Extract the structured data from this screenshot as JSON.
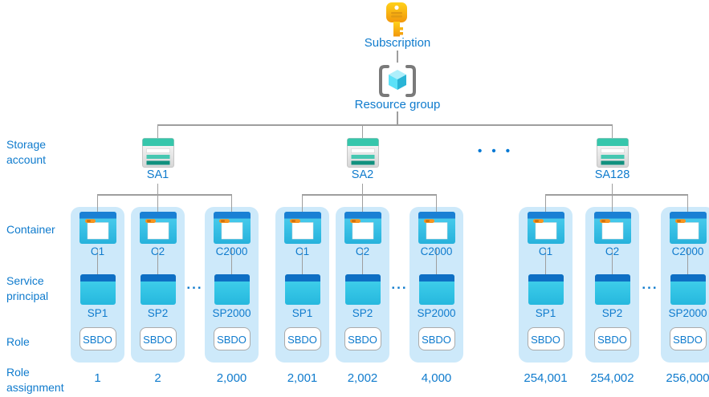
{
  "colors": {
    "label_blue": "#0f7bcd",
    "ellipsis_blue": "#0078d4",
    "connector_gray": "#9e9e9e",
    "panel_light_blue": "#cde9fa",
    "storage_teal": "#36c6ab",
    "container_blue": "#1a80d4",
    "service_principal_cyan": "#2cbade",
    "key_gold": "#f5a50b"
  },
  "hierarchy": {
    "subscription_label": "Subscription",
    "resource_group_label": "Resource group"
  },
  "row_labels": {
    "storage_account": "Storage account",
    "container": "Container",
    "service_principal": "Service principal",
    "role": "Role",
    "role_assignment": "Role assignment"
  },
  "storage_accounts_ellipsis": "• • •",
  "groups": [
    {
      "storage_account": "SA1",
      "ellipsis": "...",
      "columns": [
        {
          "container": "C1",
          "service_principal": "SP1",
          "role": "SBDO",
          "role_assignment": "1"
        },
        {
          "container": "C2",
          "service_principal": "SP2",
          "role": "SBDO",
          "role_assignment": "2"
        },
        {
          "container": "C2000",
          "service_principal": "SP2000",
          "role": "SBDO",
          "role_assignment": "2,000"
        }
      ]
    },
    {
      "storage_account": "SA2",
      "ellipsis": "...",
      "columns": [
        {
          "container": "C1",
          "service_principal": "SP1",
          "role": "SBDO",
          "role_assignment": "2,001"
        },
        {
          "container": "C2",
          "service_principal": "SP2",
          "role": "SBDO",
          "role_assignment": "2,002"
        },
        {
          "container": "C2000",
          "service_principal": "SP2000",
          "role": "SBDO",
          "role_assignment": "4,000"
        }
      ]
    },
    {
      "storage_account": "SA128",
      "ellipsis": "...",
      "columns": [
        {
          "container": "C1",
          "service_principal": "SP1",
          "role": "SBDO",
          "role_assignment": "254,001"
        },
        {
          "container": "C2",
          "service_principal": "SP2",
          "role": "SBDO",
          "role_assignment": "254,002"
        },
        {
          "container": "C2000",
          "service_principal": "SP2000",
          "role": "SBDO",
          "role_assignment": "256,000"
        }
      ]
    }
  ]
}
